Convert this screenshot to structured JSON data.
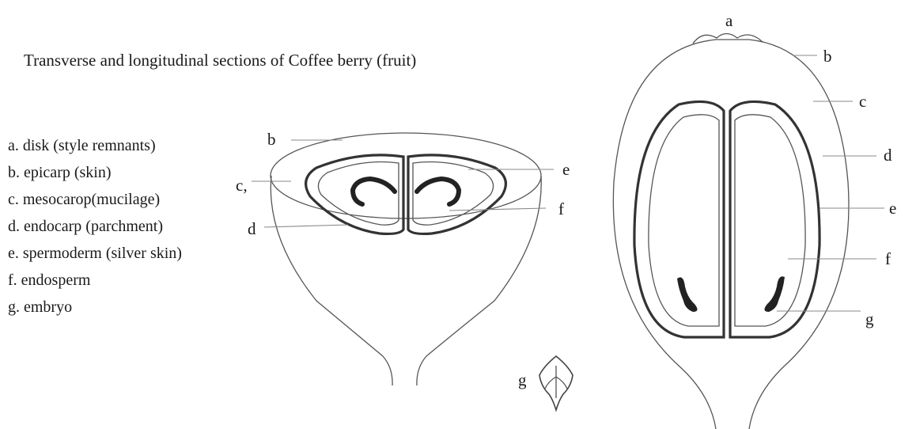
{
  "title": "Transverse and longitudinal sections of Coffee berry (fruit)",
  "legend": [
    "a. disk (style remnants)",
    "b. epicarp (skin)",
    "c. mesocarop(mucilage)",
    "d. endocarp (parchment)",
    "e. spermoderm (silver skin)",
    "f. endosperm",
    "g. embryo"
  ],
  "transverse_labels": {
    "b": "b",
    "c": "c,",
    "d": "d",
    "e": "e",
    "f": "f"
  },
  "embryo_label": "g",
  "longitudinal_labels": {
    "a": "a",
    "b": "b",
    "c": "c",
    "d": "d",
    "e": "e",
    "f": "f",
    "g": "g"
  }
}
